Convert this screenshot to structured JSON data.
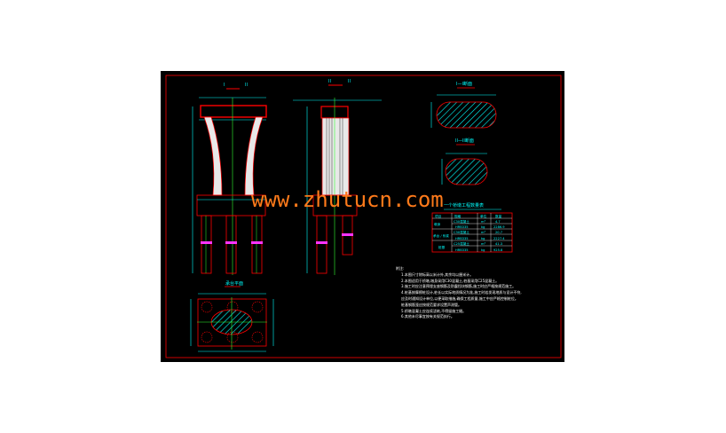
{
  "watermark": "www.zhutucn.com",
  "views": {
    "front_title": "I",
    "front_title_suffix": "II",
    "side_title": "II",
    "side_title_suffix": "II",
    "section1_title": "I—I断面",
    "section2_title": "II—II断面",
    "plan_title": "承台平面"
  },
  "table": {
    "title": "一个桥墩工程数量表",
    "headers": [
      "项目",
      "规格",
      "单位",
      "数量"
    ],
    "rows": [
      [
        "墩身",
        "C30混凝土",
        "m³",
        "4.7"
      ],
      [
        "",
        "HRB335",
        "kg",
        "2286.9"
      ],
      [
        "承台 / 系梁",
        "C30混凝土",
        "m³",
        "20.7"
      ],
      [
        "",
        "HRB335",
        "kg",
        "2227.4"
      ],
      [
        "桩基",
        "C25混凝土",
        "m³",
        "41.3"
      ],
      [
        "",
        "HRB335",
        "kg",
        "925.8"
      ]
    ]
  },
  "notes": {
    "heading": "附注:",
    "lines": [
      "1.本图尺寸除标高以米计外,其余均以厘米计。",
      "2.本图适用于桥墩,墩身采用C30混凝土,桩基采用C25混凝土。",
      "3.施工时应注意预埋支座钢筋及防震挡块钢筋,施工时应严格按规范施工。",
      "4.桩基按摩擦桩设计,桩长以实际地质情况为准,施工时若发现地质与设计不符,",
      "  应及时通知设计单位,以便采取措施,确保工程质量,施工中应严格控制桩位。",
      "  桩基钢筋笼应按规范要求设置声测管。",
      "5.桥墩混凝土应连续浇筑,不得留施工缝。",
      "6.其他未尽事宜按有关规范执行。"
    ]
  }
}
